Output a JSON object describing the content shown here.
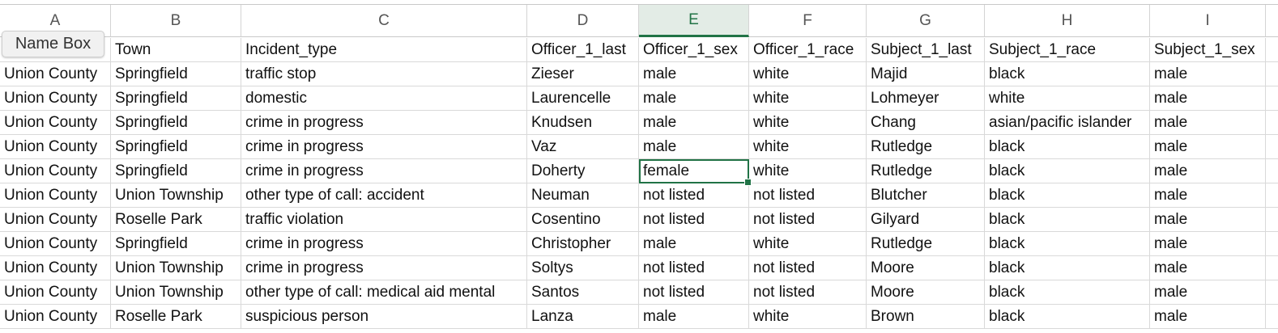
{
  "colors": {
    "accent": "#217346",
    "active_header_bg": "#e3ece6"
  },
  "tooltip": {
    "name_box": "Name Box"
  },
  "columns": [
    {
      "letter": "A",
      "header": "",
      "width": 137
    },
    {
      "letter": "B",
      "header": "Town",
      "width": 161
    },
    {
      "letter": "C",
      "header": "Incident_type",
      "width": 353
    },
    {
      "letter": "D",
      "header": "Officer_1_last",
      "width": 138
    },
    {
      "letter": "E",
      "header": "Officer_1_sex",
      "width": 136
    },
    {
      "letter": "F",
      "header": "Officer_1_race",
      "width": 145
    },
    {
      "letter": "G",
      "header": "Subject_1_last",
      "width": 146
    },
    {
      "letter": "H",
      "header": "Subject_1_race",
      "width": 204
    },
    {
      "letter": "I",
      "header": "Subject_1_sex",
      "width": 143
    },
    {
      "letter": "",
      "header": "",
      "width": 20
    }
  ],
  "active_column": "E",
  "selected_cell": {
    "row": 4,
    "col": 4
  },
  "rows": [
    [
      "Union County",
      "Springfield",
      "traffic stop",
      "Zieser",
      "male",
      "white",
      "Majid",
      "black",
      "male",
      ""
    ],
    [
      "Union County",
      "Springfield",
      "domestic",
      "Laurencelle",
      "male",
      "white",
      "Lohmeyer",
      "white",
      "male",
      ""
    ],
    [
      "Union County",
      "Springfield",
      "crime in progress",
      "Knudsen",
      "male",
      "white",
      "Chang",
      "asian/pacific islander",
      "male",
      ""
    ],
    [
      "Union County",
      "Springfield",
      "crime in progress",
      "Vaz",
      "male",
      "white",
      "Rutledge",
      "black",
      "male",
      ""
    ],
    [
      "Union County",
      "Springfield",
      "crime in progress",
      "Doherty",
      "female",
      "white",
      "Rutledge",
      "black",
      "male",
      ""
    ],
    [
      "Union County",
      "Union Township",
      "other type of call: accident",
      "Neuman",
      "not listed",
      "not listed",
      "Blutcher",
      "black",
      "male",
      ""
    ],
    [
      "Union County",
      "Roselle Park",
      "traffic violation",
      "Cosentino",
      "not listed",
      "not listed",
      "Gilyard",
      "black",
      "male",
      ""
    ],
    [
      "Union County",
      "Springfield",
      "crime in progress",
      "Christopher",
      "male",
      "white",
      "Rutledge",
      "black",
      "male",
      ""
    ],
    [
      "Union County",
      "Union Township",
      "crime in progress",
      "Soltys",
      "not listed",
      "not listed",
      "Moore",
      "black",
      "male",
      ""
    ],
    [
      "Union County",
      "Union Township",
      "other type of call: medical aid mental",
      "Santos",
      "not listed",
      "not listed",
      "Moore",
      "black",
      "male",
      ""
    ],
    [
      "Union County",
      "Roselle Park",
      "suspicious person",
      "Lanza",
      "male",
      "white",
      "Brown",
      "black",
      "male",
      ""
    ]
  ]
}
